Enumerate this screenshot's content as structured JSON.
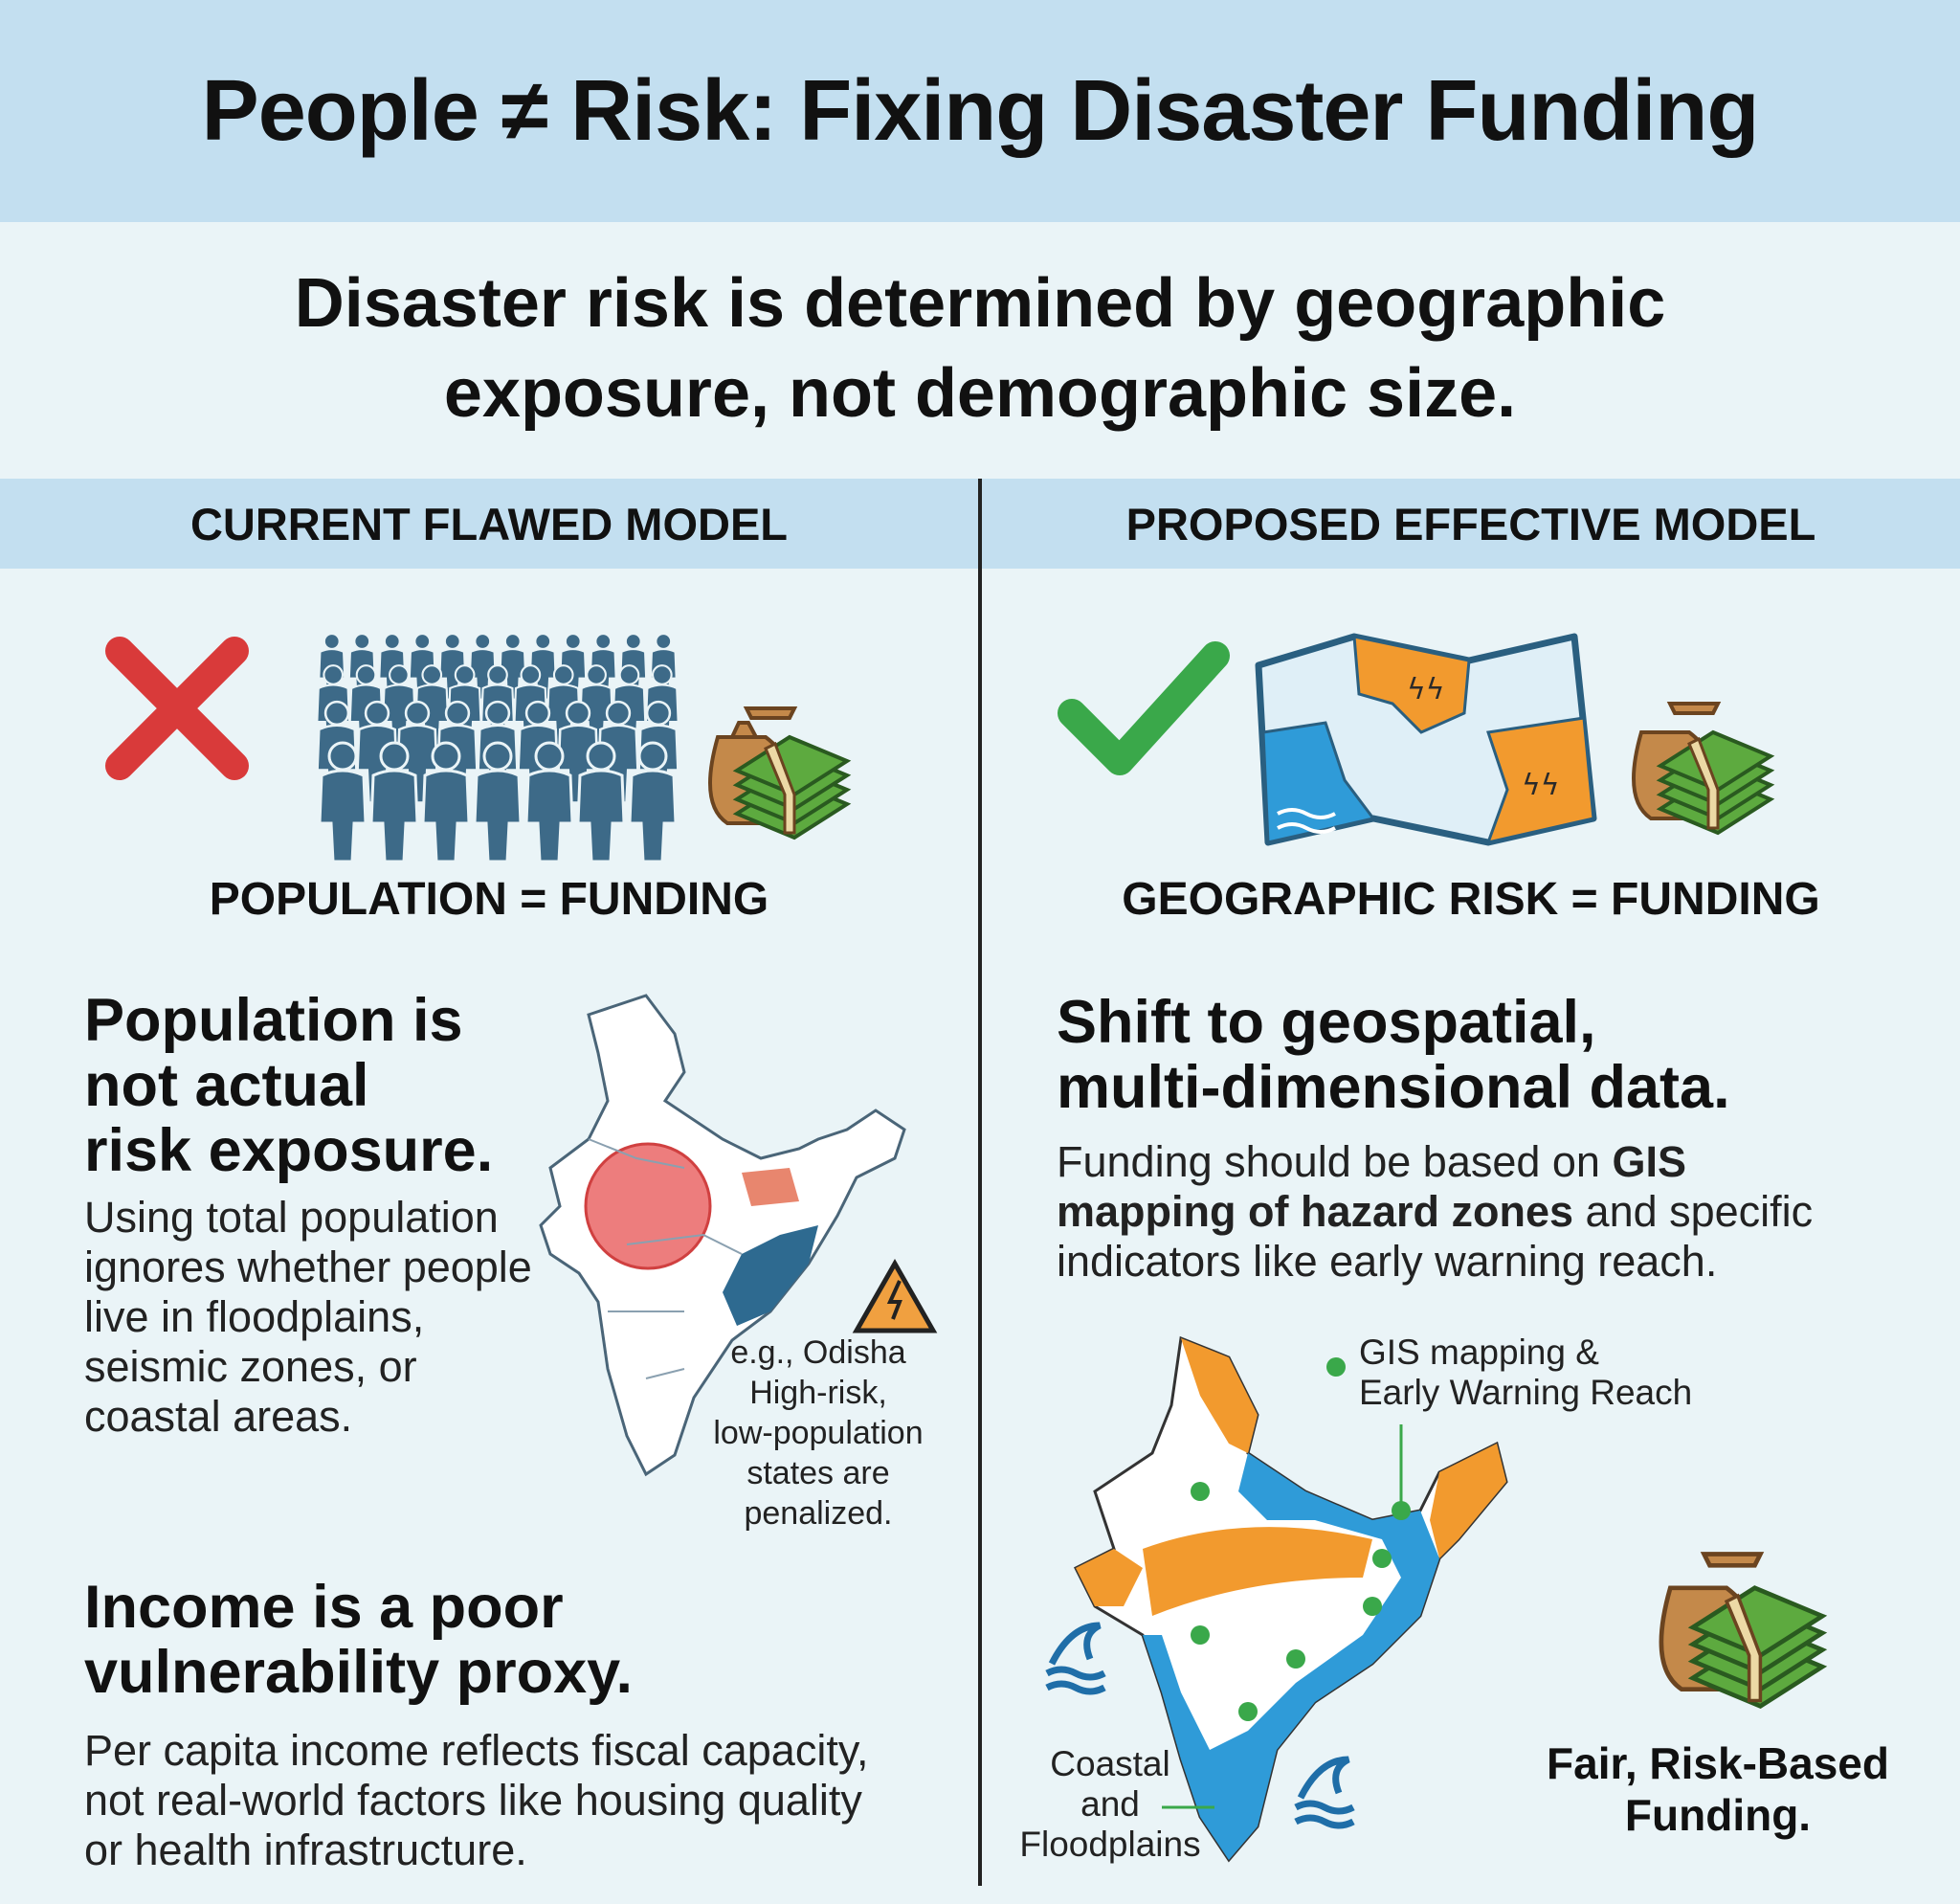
{
  "header": {
    "title": "People ≠ Risk: Fixing Disaster Funding"
  },
  "subtitle": {
    "line1": "Disaster risk is determined by geographic",
    "line2": "exposure, not demographic size."
  },
  "left": {
    "section_title": "CURRENT FLAWED MODEL",
    "status_icon": "red-x-icon",
    "equation": "POPULATION = FUNDING",
    "point1": {
      "heading_lines": [
        "Population is",
        "not actual",
        "risk exposure."
      ],
      "body_lines": [
        "Using total population",
        "ignores whether people",
        "live in floodplains,",
        "seismic zones, or",
        "coastal areas."
      ]
    },
    "map_callout_lines": [
      "e.g., Odisha",
      "High-risk,",
      "low-population",
      "states are",
      "penalized."
    ],
    "point2": {
      "heading_lines": [
        "Income is a poor",
        "vulnerability proxy."
      ],
      "body_lines": [
        "Per capita income reflects fiscal capacity,",
        "not real-world factors like housing quality",
        "or health infrastructure."
      ]
    }
  },
  "right": {
    "section_title": "PROPOSED EFFECTIVE MODEL",
    "status_icon": "green-check-icon",
    "equation": "GEOGRAPHIC RISK = FUNDING",
    "heading_lines": [
      "Shift to geospatial,",
      "multi-dimensional data."
    ],
    "body": {
      "pre": "Funding should be based on ",
      "bold1": "GIS",
      "bold2": "mapping of hazard zones",
      "post1": " and specific",
      "line3": "indicators like early warning reach."
    },
    "map_labels": {
      "gis_lines": [
        "GIS mapping &",
        "Early Warning Reach"
      ],
      "coastal_lines": [
        "Coastal",
        "and",
        "Floodplains"
      ]
    },
    "conclusion_lines": [
      "Fair, Risk-Based",
      "Funding."
    ]
  },
  "colors": {
    "band": "#c3dff0",
    "background": "#eaf4f7",
    "red": "#d93a3a",
    "green": "#3aa84a",
    "people": "#3d6a88",
    "orange": "#f29a2e",
    "blue": "#2f9bd8",
    "money": "#4e9a3a"
  }
}
